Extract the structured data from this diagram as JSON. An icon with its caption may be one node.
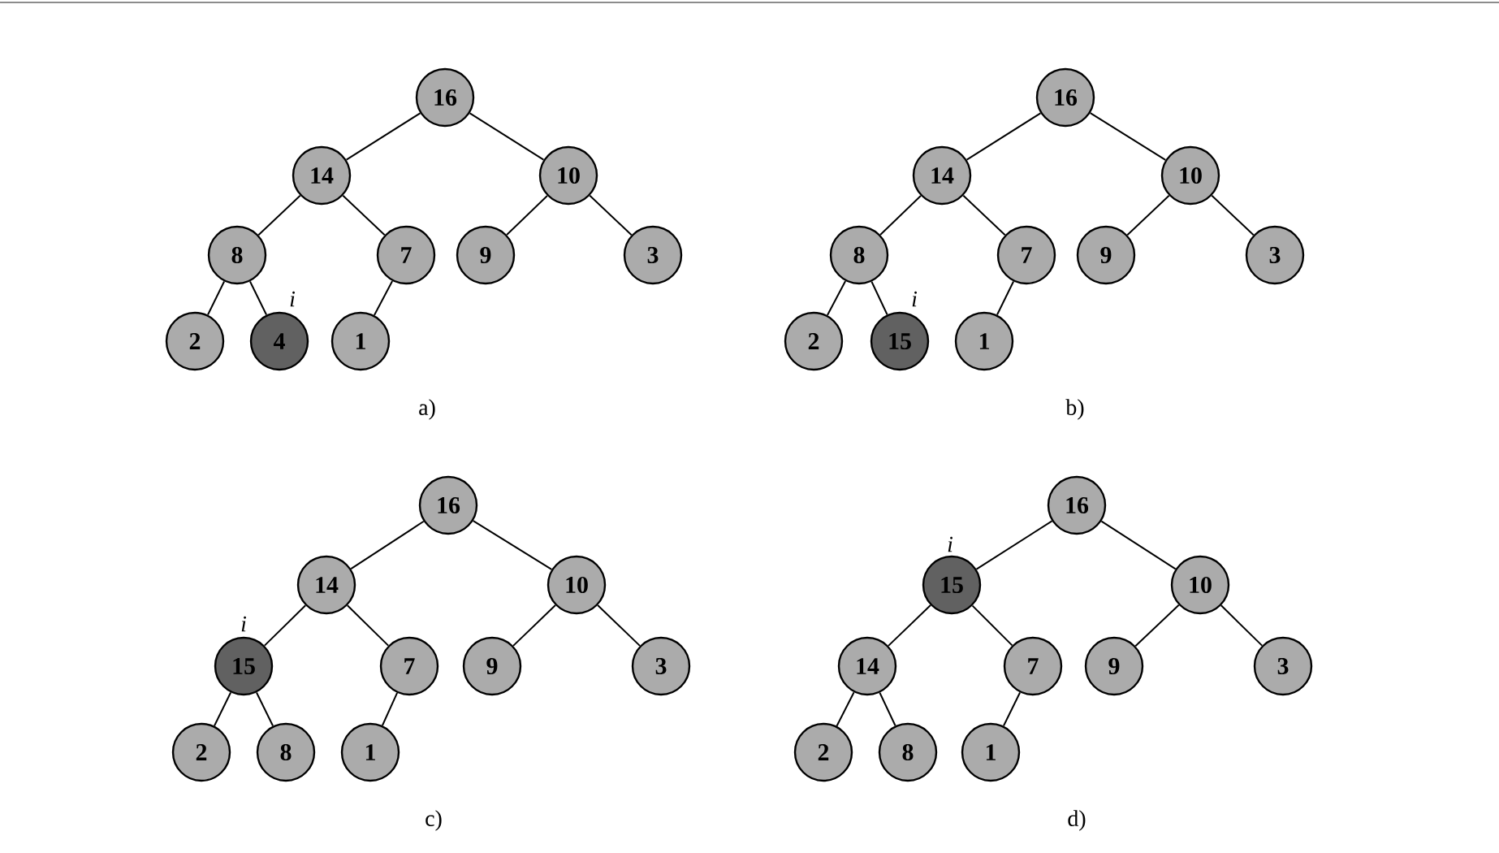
{
  "diagram": {
    "nodes": [
      {
        "text": [
          "16"
        ]
      },
      {
        "text": [
          "14"
        ]
      },
      {
        "text": [
          "10"
        ]
      },
      {
        "text": [
          "8"
        ]
      },
      {
        "text": [
          "7"
        ]
      },
      {
        "text": [
          "9"
        ]
      },
      {
        "text": [
          "3"
        ]
      },
      {
        "text": [
          "2"
        ]
      },
      {
        "text": [
          "4"
        ],
        "beside": [
          "i"
        ]
      },
      {
        "text": [
          "1"
        ]
      },
      {
        "text": [
          "16"
        ]
      },
      {
        "text": [
          "14"
        ]
      },
      {
        "text": [
          "10"
        ]
      },
      {
        "text": [
          "8"
        ]
      },
      {
        "text": [
          "7"
        ]
      },
      {
        "text": [
          "9"
        ]
      },
      {
        "text": [
          "3"
        ]
      },
      {
        "text": [
          "2"
        ]
      },
      {
        "text": [
          "15"
        ],
        "beside": [
          "i"
        ]
      },
      {
        "text": [
          "1"
        ]
      },
      {
        "text": [
          "16"
        ]
      },
      {
        "text": [
          "14"
        ]
      },
      {
        "text": [
          "10"
        ]
      },
      {
        "text": [
          "15"
        ],
        "beside": [
          "i"
        ]
      },
      {
        "text": [
          "7"
        ]
      },
      {
        "text": [
          "9"
        ]
      },
      {
        "text": [
          "3"
        ]
      },
      {
        "text": [
          "2"
        ]
      },
      {
        "text": [
          "8"
        ]
      },
      {
        "text": [
          "1"
        ]
      },
      {
        "text": [
          "16"
        ]
      },
      {
        "text": [
          "15"
        ],
        "beside": [
          "i"
        ]
      },
      {
        "text": [
          "10"
        ]
      },
      {
        "text": [
          "14"
        ]
      },
      {
        "text": [
          "7"
        ]
      },
      {
        "text": [
          "9"
        ]
      },
      {
        "text": [
          "3"
        ]
      },
      {
        "text": [
          "2"
        ]
      },
      {
        "text": [
          "8"
        ]
      },
      {
        "text": [
          "1"
        ]
      }
    ],
    "edges": [
      {
        "from": 0,
        "to": 1,
        "arrow": "none"
      },
      {
        "from": 0,
        "to": 2,
        "arrow": "none"
      },
      {
        "from": 1,
        "to": 3,
        "arrow": "none"
      },
      {
        "from": 1,
        "to": 4,
        "arrow": "none"
      },
      {
        "from": 2,
        "to": 5,
        "arrow": "none"
      },
      {
        "from": 2,
        "to": 6,
        "arrow": "none"
      },
      {
        "from": 3,
        "to": 7,
        "arrow": "none"
      },
      {
        "from": 3,
        "to": 8,
        "arrow": "none"
      },
      {
        "from": 4,
        "to": 9,
        "arrow": "none"
      },
      {
        "from": 10,
        "to": 11,
        "arrow": "none"
      },
      {
        "from": 10,
        "to": 12,
        "arrow": "none"
      },
      {
        "from": 11,
        "to": 13,
        "arrow": "none"
      },
      {
        "from": 11,
        "to": 14,
        "arrow": "none"
      },
      {
        "from": 12,
        "to": 15,
        "arrow": "none"
      },
      {
        "from": 12,
        "to": 16,
        "arrow": "none"
      },
      {
        "from": 13,
        "to": 17,
        "arrow": "none"
      },
      {
        "from": 13,
        "to": 18,
        "arrow": "none"
      },
      {
        "from": 14,
        "to": 19,
        "arrow": "none"
      },
      {
        "from": 20,
        "to": 21,
        "arrow": "none"
      },
      {
        "from": 20,
        "to": 22,
        "arrow": "none"
      },
      {
        "from": 21,
        "to": 23,
        "arrow": "none"
      },
      {
        "from": 21,
        "to": 24,
        "arrow": "none"
      },
      {
        "from": 22,
        "to": 25,
        "arrow": "none"
      },
      {
        "from": 22,
        "to": 26,
        "arrow": "none"
      },
      {
        "from": 23,
        "to": 27,
        "arrow": "none"
      },
      {
        "from": 23,
        "to": 28,
        "arrow": "none"
      },
      {
        "from": 24,
        "to": 29,
        "arrow": "none"
      },
      {
        "from": 30,
        "to": 31,
        "arrow": "none"
      },
      {
        "from": 30,
        "to": 32,
        "arrow": "none"
      },
      {
        "from": 31,
        "to": 33,
        "arrow": "none"
      },
      {
        "from": 31,
        "to": 34,
        "arrow": "none"
      },
      {
        "from": 32,
        "to": 35,
        "arrow": "none"
      },
      {
        "from": 32,
        "to": 36,
        "arrow": "none"
      },
      {
        "from": 33,
        "to": 37,
        "arrow": "none"
      },
      {
        "from": 33,
        "to": 38,
        "arrow": "none"
      },
      {
        "from": 34,
        "to": 39,
        "arrow": "none"
      }
    ],
    "labels": [
      "a)",
      "b)",
      "c)",
      "d)"
    ]
  }
}
